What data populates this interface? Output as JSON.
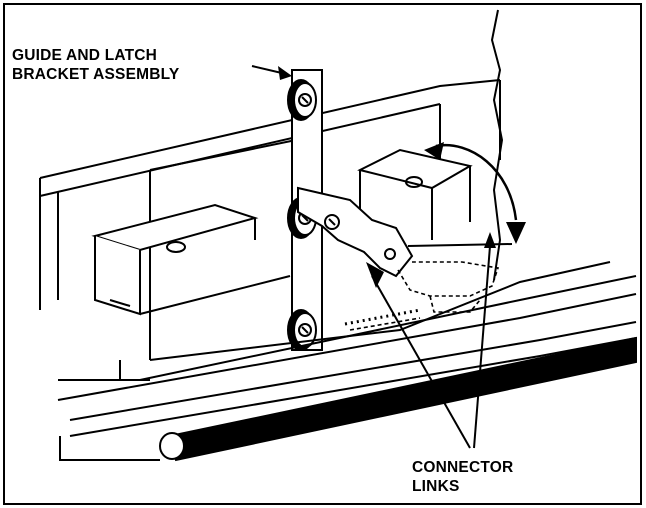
{
  "labels": {
    "guide_line1": "GUIDE AND LATCH",
    "guide_line2": "BRACKET ASSEMBLY",
    "connector_line1": "CONNECTOR",
    "connector_line2": "LINKS"
  },
  "colors": {
    "ink": "#000000",
    "paper": "#ffffff"
  }
}
